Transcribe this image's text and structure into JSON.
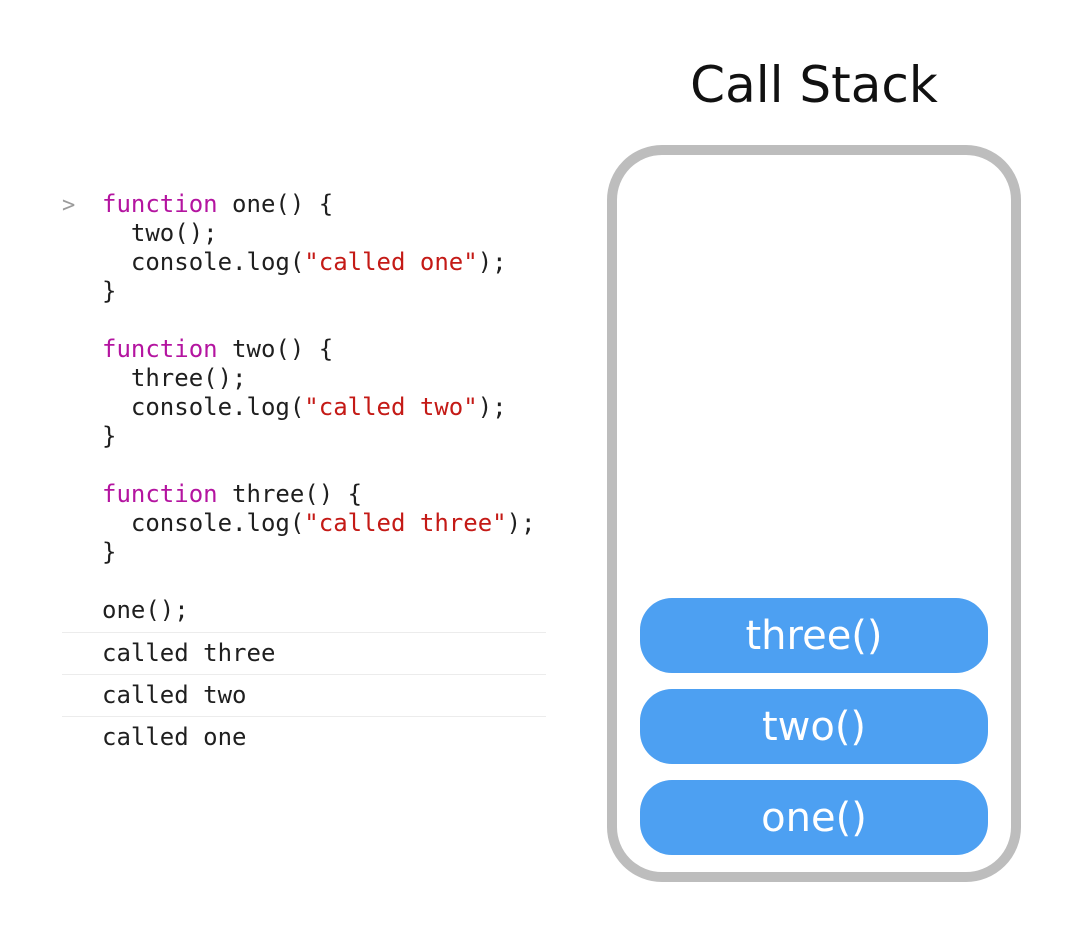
{
  "title": "Call Stack",
  "colors": {
    "pill_blue": "#4da0f2",
    "container_border": "#bdbdbd",
    "keyword": "#b414a0",
    "string": "#c41a16",
    "code_text": "#1f1f1f",
    "prompt": "#9b9b9b",
    "divider": "#ececec"
  },
  "console": {
    "prompt": ">",
    "blocks": [
      {
        "lines": [
          {
            "kw": "function",
            "mid": " one() {"
          },
          {
            "mid": "  two();"
          },
          {
            "mid": "  console.log(",
            "str": "\"called one\"",
            "end": ");"
          },
          {
            "mid": "}"
          }
        ]
      },
      {
        "lines": [
          {
            "kw": "function",
            "mid": " two() {"
          },
          {
            "mid": "  three();"
          },
          {
            "mid": "  console.log(",
            "str": "\"called two\"",
            "end": ");"
          },
          {
            "mid": "}"
          }
        ]
      },
      {
        "lines": [
          {
            "kw": "function",
            "mid": " three() {"
          },
          {
            "mid": "  console.log(",
            "str": "\"called three\"",
            "end": ");"
          },
          {
            "mid": "}"
          }
        ]
      }
    ],
    "call_line": "one();",
    "outputs": [
      "called three",
      "called two",
      "called one"
    ]
  },
  "stack": {
    "frames": [
      "three()",
      "two()",
      "one()"
    ]
  }
}
